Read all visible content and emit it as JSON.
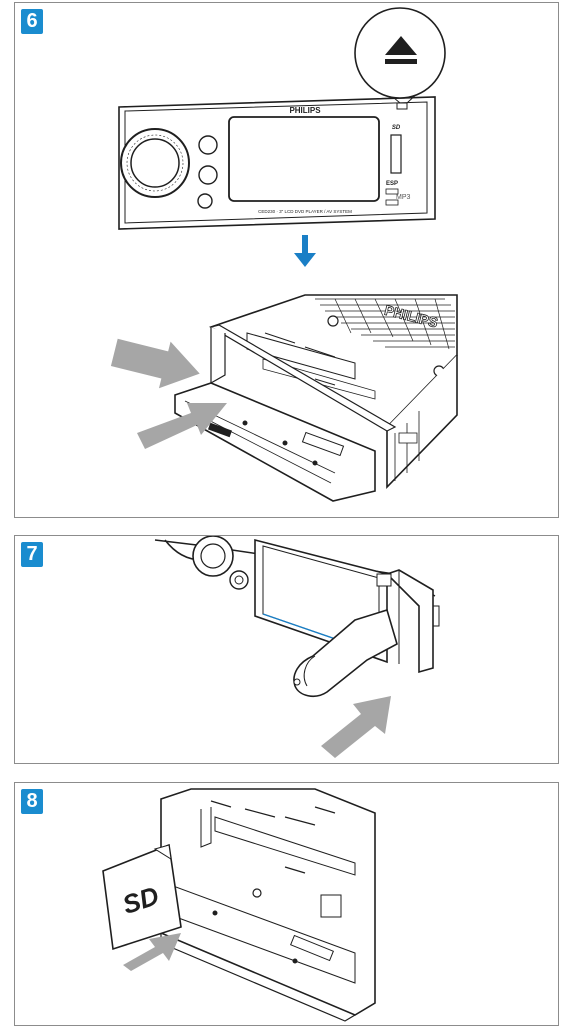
{
  "steps": [
    {
      "number": "6"
    },
    {
      "number": "7"
    },
    {
      "number": "8"
    }
  ],
  "device": {
    "brand": "PHILIPS",
    "model_caption": "CED230 · 3\" LCD DVD PLAYER / AV SYSTEM",
    "face_labels": {
      "esp": "ESP",
      "mp3": "MP3",
      "sd": "SD"
    },
    "chassis_brand": "PHILIPS"
  },
  "sd_card": {
    "logo": "SD"
  },
  "colors": {
    "badge": "#1a8ccf",
    "arrow_blue": "#1a7fc6",
    "arrow_gray": "#a6a6a6",
    "line": "#1f1f1f"
  },
  "icons": [
    "eject-icon",
    "down-arrow-icon",
    "push-arrow-icon",
    "pull-arrow-icon"
  ]
}
